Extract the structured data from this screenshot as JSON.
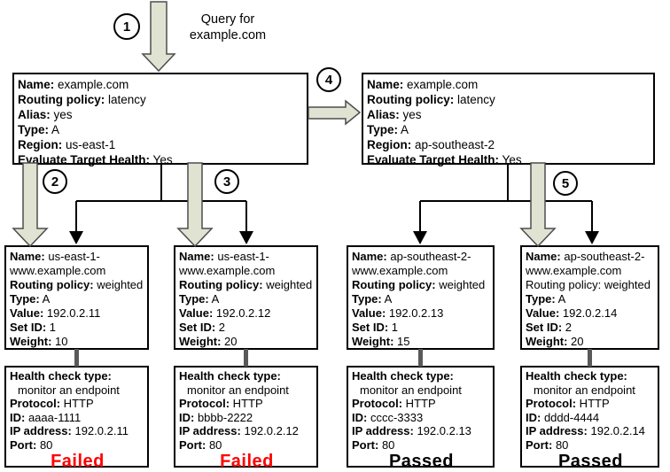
{
  "query": {
    "line1": "Query for",
    "line2": "example.com"
  },
  "steps": [
    "1",
    "2",
    "3",
    "4",
    "5"
  ],
  "latency_records": [
    {
      "name_label": "Name:",
      "name_value": " example.com",
      "routing_label": "Routing policy:",
      "routing_value": " latency",
      "alias_label": "Alias:",
      "alias_value": " yes",
      "type_label": "Type:",
      "type_value": " A",
      "region_label": "Region:",
      "region_value": " us-east-1",
      "eth_label": "Evaluate Target Health:",
      "eth_value": " Yes"
    },
    {
      "name_label": "Name:",
      "name_value": " example.com",
      "routing_label": "Routing policy:",
      "routing_value": " latency",
      "alias_label": "Alias:",
      "alias_value": " yes",
      "type_label": "Type:",
      "type_value": " A",
      "region_label": "Region:",
      "region_value": " ap-southeast-2",
      "eth_label": "Evaluate Target Health:",
      "eth_value": " Yes"
    }
  ],
  "weighted_records": [
    {
      "name_label": "Name:",
      "name_value": " us-east-1-www.example.com",
      "routing_label": "Routing policy:",
      "routing_value": " weighted",
      "type_label": "Type:",
      "type_value": " A",
      "value_label": "Value:",
      "value_value": " 192.0.2.11",
      "set_label": "Set ID:",
      "set_value": " 1",
      "weight_label": "Weight:",
      "weight_value": " 10"
    },
    {
      "name_label": "Name:",
      "name_value": " us-east-1-www.example.com",
      "routing_label": "Routing policy:",
      "routing_value": " weighted",
      "type_label": "Type:",
      "type_value": " A",
      "value_label": "Value:",
      "value_value": " 192.0.2.12",
      "set_label": "Set ID:",
      "set_value": " 2",
      "weight_label": "Weight:",
      "weight_value": " 20"
    },
    {
      "name_label": "Name:",
      "name_value": " ap-southeast-2-www.example.com",
      "routing_label": "Routing policy:",
      "routing_value": " weighted",
      "type_label": "Type:",
      "type_value": " A",
      "value_label": "Value:",
      "value_value": " 192.0.2.13",
      "set_label": "Set ID:",
      "set_value": " 1",
      "weight_label": "Weight:",
      "weight_value": " 15"
    },
    {
      "name_label": "Name:",
      "name_value": " ap-southeast-2-www.example.com",
      "routing_label": "Routing policy:",
      "routing_value": " weighted",
      "type_label": "Type:",
      "type_value": " A",
      "value_label": "Value:",
      "value_value": " 192.0.2.14",
      "set_label": "Set ID:",
      "set_value": " 2",
      "weight_label": "Weight:",
      "weight_value": " 20"
    }
  ],
  "health_checks": [
    {
      "type_label": "Health check type:",
      "type_value": "monitor an endpoint",
      "protocol_label": "Protocol:",
      "protocol_value": " HTTP",
      "id_label": "ID:",
      "id_value": " aaaa-1111",
      "ip_label": "IP address:",
      "ip_value": " 192.0.2.11",
      "port_label": "Port:",
      "port_value": " 80",
      "status": "Failed",
      "status_color": "#ff0000"
    },
    {
      "type_label": "Health check type:",
      "type_value": "monitor an endpoint",
      "protocol_label": "Protocol:",
      "protocol_value": " HTTP",
      "id_label": "ID:",
      "id_value": " bbbb-2222",
      "ip_label": "IP address:",
      "ip_value": " 192.0.2.12",
      "port_label": "Port:",
      "port_value": " 80",
      "status": "Failed",
      "status_color": "#ff0000"
    },
    {
      "type_label": "Health check type:",
      "type_value": "monitor an endpoint",
      "protocol_label": "Protocol:",
      "protocol_value": " HTTP",
      "id_label": "ID:",
      "id_value": " cccc-3333",
      "ip_label": "IP address:",
      "ip_value": " 192.0.2.13",
      "port_label": "Port:",
      "port_value": " 80",
      "status": "Passed",
      "status_color": "#000000"
    },
    {
      "type_label": "Health check type:",
      "type_value": "monitor an endpoint",
      "protocol_label": "Protocol:",
      "protocol_value": " HTTP",
      "id_label": "ID:",
      "id_value": " dddd-4444",
      "ip_label": "IP address:",
      "ip_value": " 192.0.2.14",
      "port_label": "Port:",
      "port_value": " 80",
      "status": "Passed",
      "status_color": "#000000"
    }
  ],
  "colors": {
    "arrow_fill": "#e0e3d2",
    "arrow_stroke": "#4d4d4d",
    "failed_text": "#ff0000",
    "passed_text": "#000000",
    "connector_gray": "#595959",
    "box_border": "#000000"
  }
}
